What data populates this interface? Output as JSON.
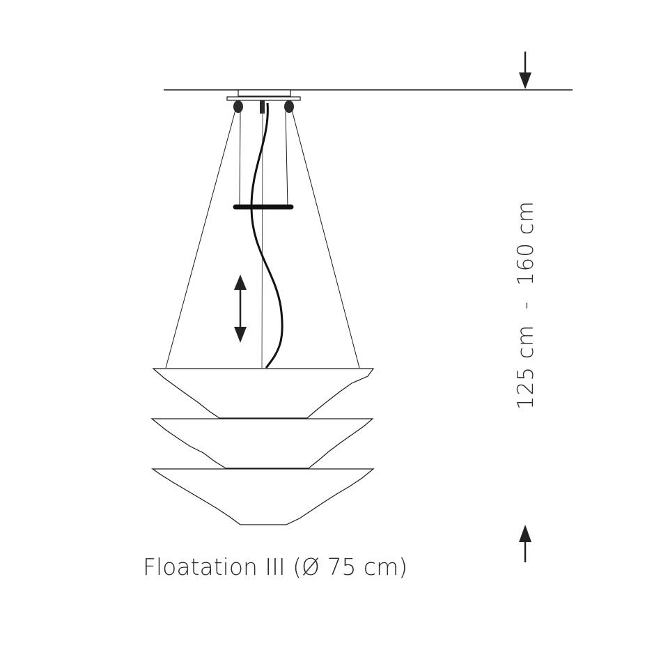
{
  "diagram": {
    "product_name": "Floatation III (Ø 75 cm)",
    "height_dimension": "125 cm  -  160 cm",
    "elements": {
      "ceiling_line": "ceiling",
      "canopy": "ceiling-canopy",
      "suspension_cables": "suspension-cables",
      "power_cord": "power-cord",
      "adjustment_ring": "adjustment-ring",
      "height_adjust_arrow": "double-arrow",
      "shades": [
        "top-shade",
        "middle-shade",
        "bottom-shade"
      ],
      "dimension_arrows": [
        "arrow-down",
        "arrow-up"
      ]
    },
    "colors": {
      "background": "#ffffff",
      "line": "#1a1a1a",
      "text": "#2a2a2a"
    }
  }
}
